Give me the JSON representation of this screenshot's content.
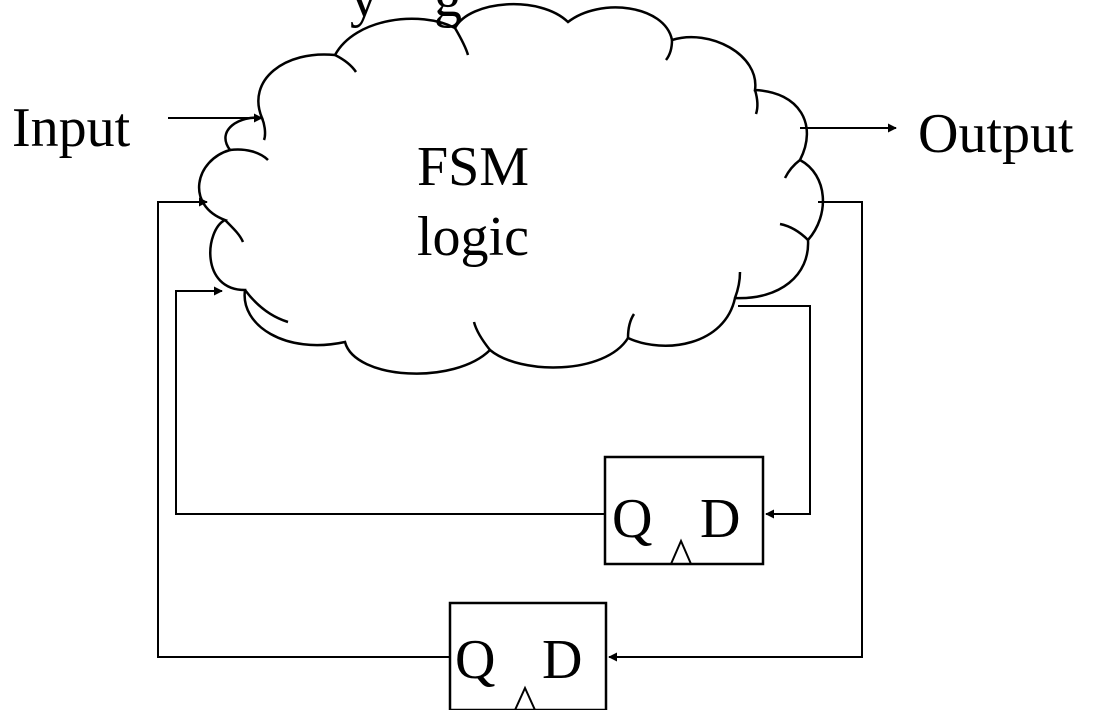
{
  "title_fragment": "y    g",
  "input_label": "Input",
  "output_label": "Output",
  "logic_label_line1": "FSM",
  "logic_label_line2": "logic",
  "flipflops": [
    {
      "q_label": "Q",
      "d_label": "D"
    },
    {
      "q_label": "Q",
      "d_label": "D"
    }
  ],
  "colors": {
    "ink": "#000000",
    "background": "#ffffff"
  }
}
